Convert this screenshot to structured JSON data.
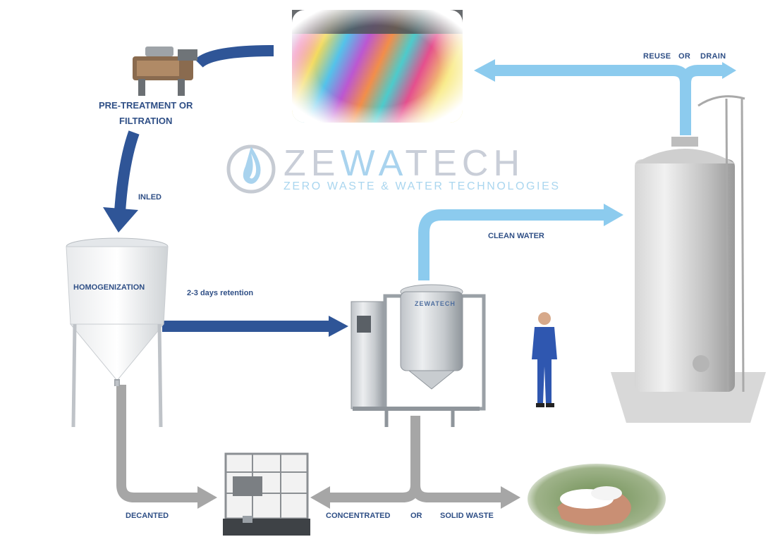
{
  "brand": {
    "name_part1": "ZE",
    "name_part2": "WA",
    "name_part3": "TECH",
    "tagline": "ZERO WASTE & WATER TECHNOLOGIES",
    "unit_brand": "ZEWATECH"
  },
  "labels": {
    "pretreatment_line1": "PRE-TREATMENT OR",
    "pretreatment_line2": "FILTRATION",
    "inled": "INLED",
    "homogenization": "HOMOGENIZATION",
    "retention": "2-3 days retention",
    "clean_water": "CLEAN WATER",
    "reuse": "REUSE",
    "or_top": "OR",
    "drain": "DRAIN",
    "decanted": "DECANTED",
    "concentrated": "CONCENTRATED",
    "or_bottom": "OR",
    "solid_waste": "SOLID WASTE"
  },
  "colors": {
    "dark_blue": "#2f5597",
    "light_blue": "#8ccbee",
    "gray": "#a6a6a6",
    "label_blue": "#2f4f86"
  }
}
